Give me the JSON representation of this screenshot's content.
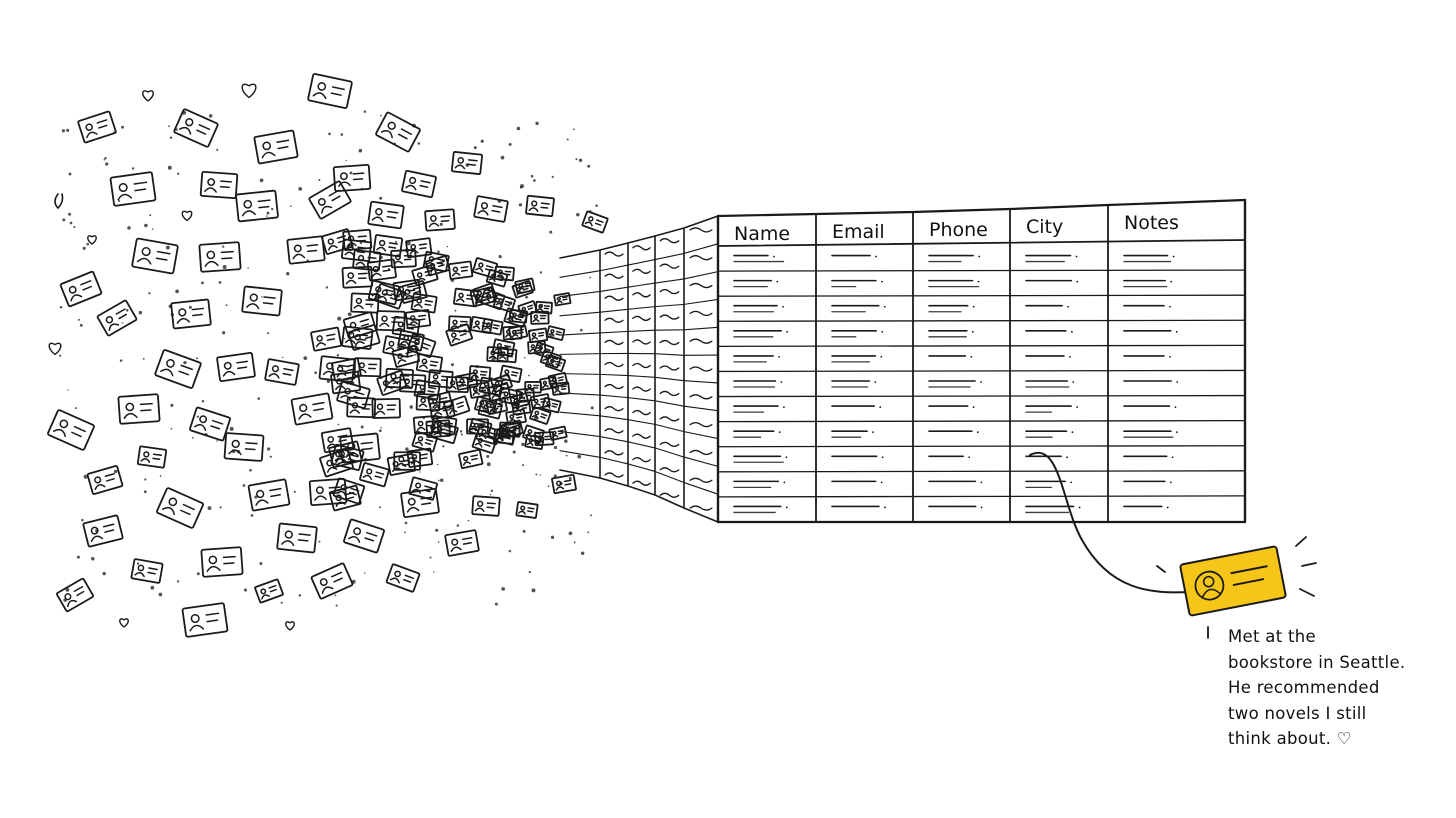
{
  "table": {
    "columns": [
      "Name",
      "Email",
      "Phone",
      "City",
      "Notes"
    ],
    "row_count": 11
  },
  "highlight_card": {
    "color": "#f5c518",
    "icon": "contact-card-icon"
  },
  "note": {
    "lines": [
      "Met at the",
      "bookstore in Seattle.",
      "He recommended",
      "two novels I still",
      "think about. ♡"
    ]
  },
  "decorations": {
    "card_icon": "contact-card-icon",
    "heart_icon": "heart-icon"
  }
}
